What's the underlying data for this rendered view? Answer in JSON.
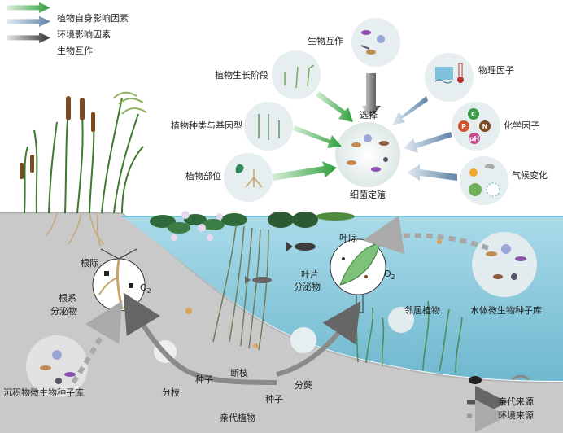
{
  "legend_top": [
    {
      "label": "植物自身影响因素",
      "color": "#3fae49"
    },
    {
      "label": "环境影响因素",
      "color": "#6f8fb0"
    },
    {
      "label": "生物互作",
      "color": "#444444"
    }
  ],
  "legend_bottom": [
    {
      "label": "亲代来源",
      "color": "#555555"
    },
    {
      "label": "环境来源",
      "color": "#888888"
    }
  ],
  "center": {
    "selection": "选择",
    "colonization": "细菌定殖"
  },
  "factors": {
    "bio_interaction": "生物互作",
    "growth_stage": "植物生长阶段",
    "species_genotype": "植物种类与基因型",
    "plant_part": "植物部位",
    "physical": "物理因子",
    "chemical": "化学因子",
    "climate": "气候变化",
    "chem_symbols": [
      "C",
      "P",
      "N",
      "pH"
    ]
  },
  "scene": {
    "rhizoplane": "根际",
    "root_exudate_1": "根系",
    "root_exudate_2": "分泌物",
    "o2_root": "O",
    "o2_leaf": "O",
    "o2_sub": "2",
    "phyllosphere": "叶际",
    "leaf_exudate_1": "叶片",
    "leaf_exudate_2": "分泌物",
    "neighbor_plants": "邻居植物",
    "water_pool": "水体微生物种子库",
    "sediment_pool": "沉积物微生物种子库",
    "tiller_left": "分枝",
    "seed_1": "种子",
    "broken_branch": "断枝",
    "seed_2": "种子",
    "tillering": "分蘖",
    "parent_plant": "亲代植物"
  }
}
